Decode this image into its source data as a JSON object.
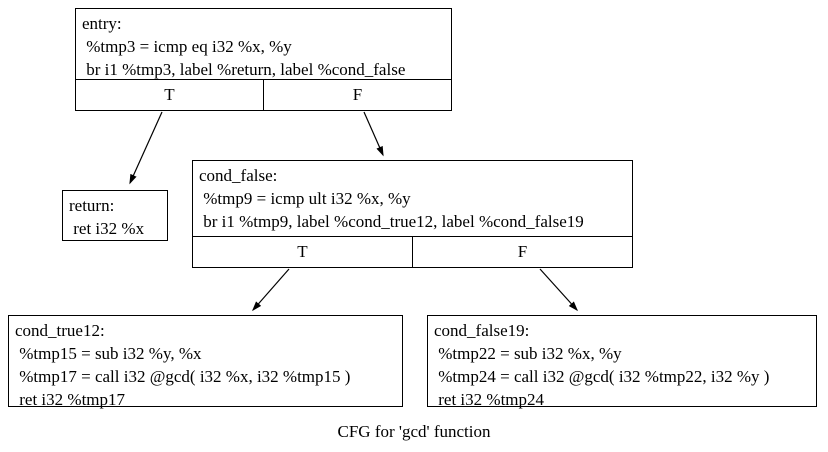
{
  "caption": "CFG for 'gcd' function",
  "nodes": [
    {
      "id": "entry",
      "lines": [
        "entry:",
        " %tmp3 = icmp eq i32 %x, %y",
        " br i1 %tmp3, label %return, label %cond_false"
      ],
      "branches": [
        "T",
        "F"
      ]
    },
    {
      "id": "return",
      "lines": [
        "return:",
        " ret i32 %x"
      ]
    },
    {
      "id": "cond_false",
      "lines": [
        "cond_false:",
        " %tmp9 = icmp ult i32 %x, %y",
        " br i1 %tmp9, label %cond_true12, label %cond_false19"
      ],
      "branches": [
        "T",
        "F"
      ]
    },
    {
      "id": "cond_true12",
      "lines": [
        "cond_true12:",
        " %tmp15 = sub i32 %y, %x",
        " %tmp17 = call i32 @gcd( i32 %x, i32 %tmp15 )",
        " ret i32 %tmp17"
      ]
    },
    {
      "id": "cond_false19",
      "lines": [
        "cond_false19:",
        " %tmp22 = sub i32 %x, %y",
        " %tmp24 = call i32 @gcd( i32 %tmp22, i32 %y )",
        " ret i32 %tmp24"
      ]
    }
  ],
  "edges": [
    {
      "from": "entry:T",
      "to": "return"
    },
    {
      "from": "entry:F",
      "to": "cond_false"
    },
    {
      "from": "cond_false:T",
      "to": "cond_true12"
    },
    {
      "from": "cond_false:F",
      "to": "cond_false19"
    }
  ],
  "colors": {
    "background": "#ffffff",
    "border": "#000000",
    "text": "#000000"
  }
}
